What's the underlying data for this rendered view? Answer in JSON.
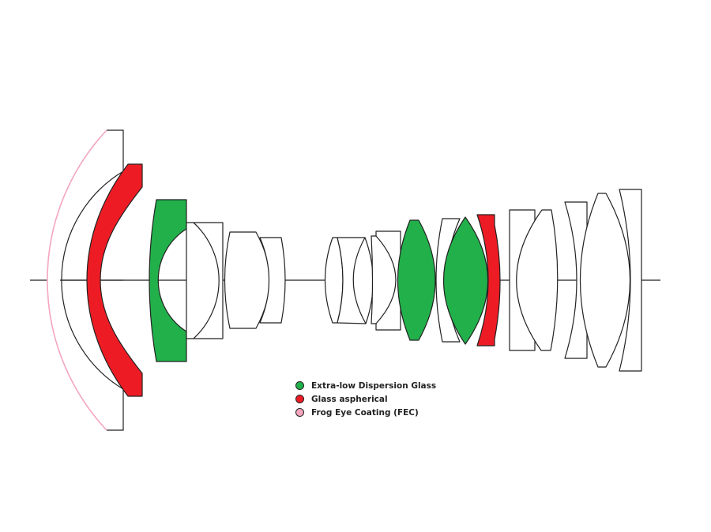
{
  "colors": {
    "ed_glass": "#22b04b",
    "aspherical": "#ed1c24",
    "fec": "#f4a6bf",
    "outline": "#222222"
  },
  "legend": [
    {
      "label": "Extra-low Dispersion Glass",
      "color": "#22b04b"
    },
    {
      "label": "Glass aspherical",
      "color": "#ed1c24"
    },
    {
      "label": "Frog Eye Coating (FEC)",
      "color": "#f4a6bf"
    }
  ]
}
